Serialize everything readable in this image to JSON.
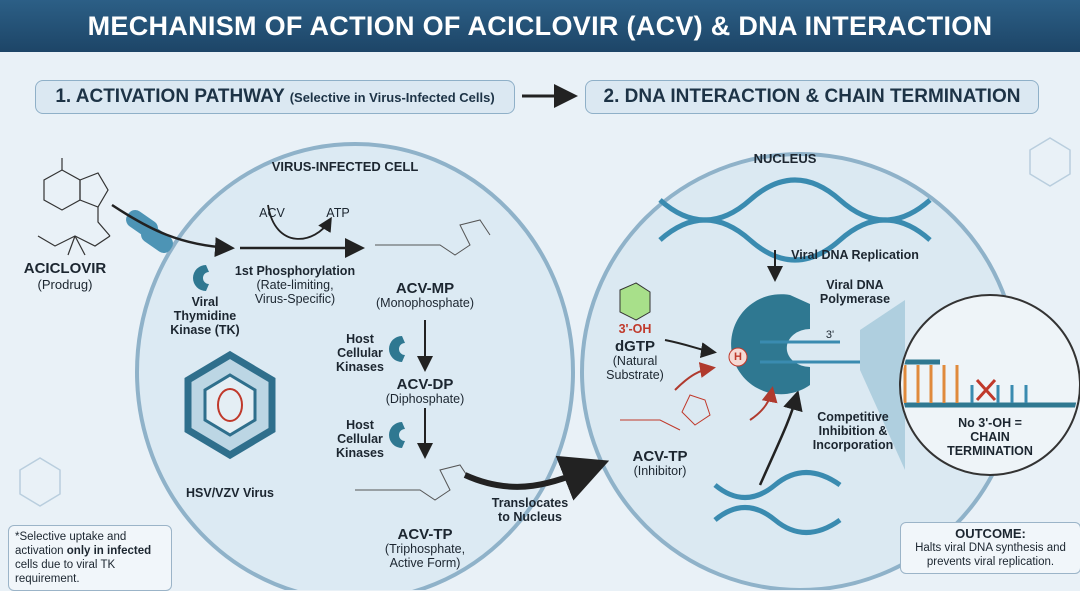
{
  "title": "MECHANISM OF ACTION OF ACICLOVIR (ACV) & DNA INTERACTION",
  "sections": {
    "activation": {
      "label": "1. ACTIVATION PATHWAY",
      "sub": "(Selective in Virus-Infected Cells)"
    },
    "dna": {
      "label": "2. DNA INTERACTION & CHAIN TERMINATION"
    }
  },
  "left": {
    "cell_label": "VIRUS-INFECTED CELL",
    "drug_name": "ACICLOVIR",
    "drug_sub": "(Prodrug)",
    "tk": [
      "Viral",
      "Thymidine",
      "Kinase (TK)"
    ],
    "acv": "ACV",
    "atp": "ATP",
    "phos1": "1st Phosphorylation",
    "phos1_sub1": "(Rate-limiting,",
    "phos1_sub2": "Virus-Specific)",
    "mp": "ACV-MP",
    "mp_sub": "(Monophosphate)",
    "host1": [
      "Host",
      "Cellular",
      "Kinases"
    ],
    "dp": "ACV-DP",
    "dp_sub": "(Diphosphate)",
    "host2": [
      "Host",
      "Cellular",
      "Kinases"
    ],
    "tp": "ACV-TP",
    "tp_sub1": "(Triphosphate,",
    "tp_sub2": "Active Form)",
    "virus": "HSV/VZV Virus",
    "note_pre": "*Selective uptake and activation ",
    "note_bold": "only in infected",
    "note_post": " cells due to viral TK requirement.",
    "translocate": [
      "Translocates",
      "to Nucleus"
    ]
  },
  "right": {
    "nucleus": "NUCLEUS",
    "replication": "Viral DNA Replication",
    "polymerase": [
      "Viral DNA",
      "Polymerase"
    ],
    "oh": "3'-OH",
    "dgtp": "dGTP",
    "dgtp_sub1": "(Natural",
    "dgtp_sub2": "Substrate)",
    "acvtp": "ACV-TP",
    "acvtp_sub": "(Inhibitor)",
    "competitive": [
      "Competitive",
      "Inhibition &",
      "Incorporation"
    ],
    "three_prime": "3'",
    "h": "H",
    "term": [
      "No 3'-OH =",
      "CHAIN",
      "TERMINATION"
    ],
    "outcome_title": "OUTCOME:",
    "outcome_text": "Halts viral DNA synthesis and prevents viral replication."
  },
  "colors": {
    "banner": "#1d4567",
    "enzyme": "#2f7891",
    "dna": "#3a8bb0",
    "red": "#c0392b"
  }
}
